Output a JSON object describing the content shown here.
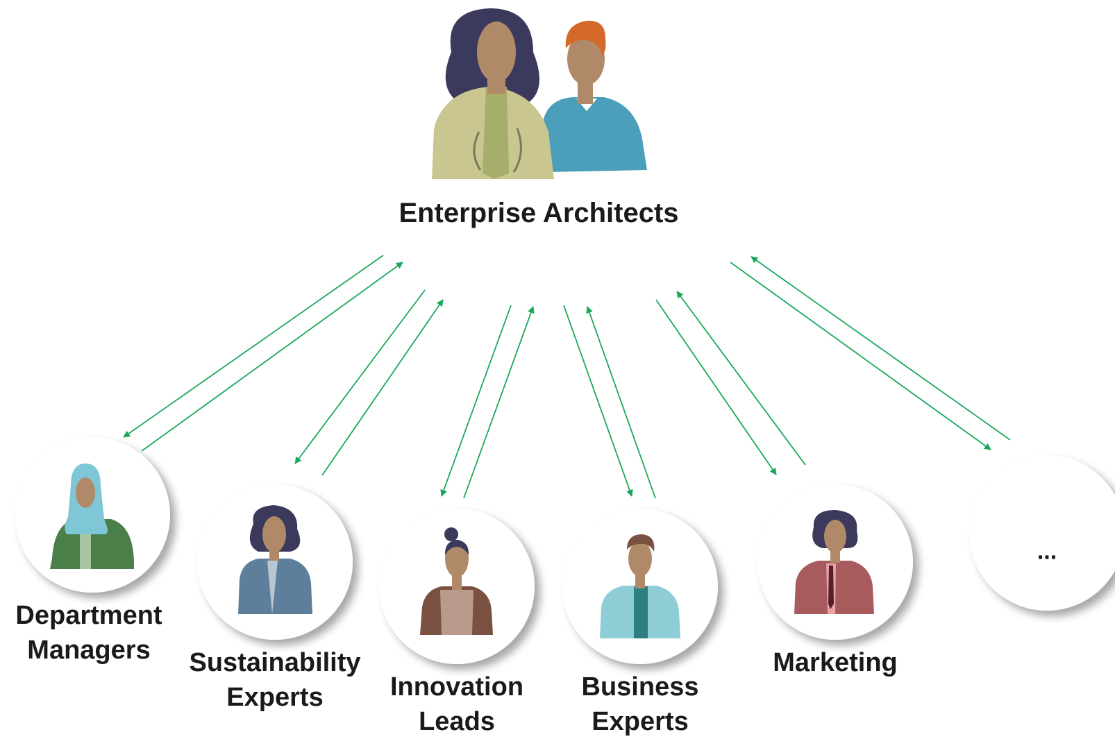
{
  "diagram": {
    "hub": {
      "label": "Enterprise Architects"
    },
    "stakeholders": [
      {
        "id": "department-managers",
        "lines": [
          "Department",
          "Managers"
        ]
      },
      {
        "id": "sustainability-experts",
        "lines": [
          "Sustainability",
          "Experts"
        ]
      },
      {
        "id": "innovation-leads",
        "lines": [
          "Innovation",
          "Leads"
        ]
      },
      {
        "id": "business-experts",
        "lines": [
          "Business",
          "Experts"
        ]
      },
      {
        "id": "marketing",
        "lines": [
          "Marketing"
        ]
      },
      {
        "id": "more",
        "lines": [],
        "placeholder": "..."
      }
    ],
    "connector_style": "bidirectional arrow pairs",
    "colors": {
      "arrow": "#19a85a",
      "circle_fill": "#ffffff",
      "circle_shadow": "#d9d9d9",
      "text": "#1a1a1a",
      "skin": "#b08a68",
      "hair_dark": "#3c3a5c",
      "hair_orange": "#d4692a",
      "jacket_khaki": "#c9c68f",
      "shirt_olive": "#a7ad6b",
      "sweater_blue": "#4b9fba",
      "hijab_blue": "#7fc6d6",
      "jacket_green": "#4a7f49",
      "jacket_slate": "#5e7f9c",
      "jacket_brown": "#7a5040",
      "jacket_mint": "#8fcdd6",
      "jacket_rose": "#a75b5c"
    }
  }
}
